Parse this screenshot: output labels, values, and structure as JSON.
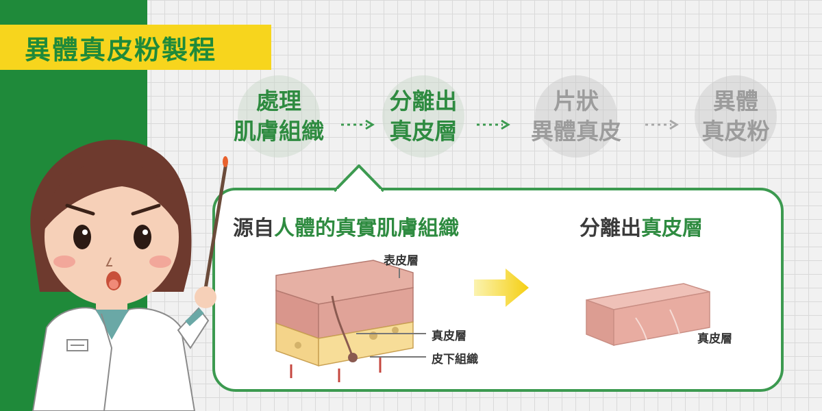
{
  "title": "異體真皮粉製程",
  "steps": [
    {
      "line1": "處理",
      "line2": "肌膚組織"
    },
    {
      "line1": "分離出",
      "line2": "真皮層"
    },
    {
      "line1": "片狀",
      "line2": "異體真皮"
    },
    {
      "line1": "異體",
      "line2": "真皮粉"
    }
  ],
  "callout": {
    "left_heading_prefix": "源自",
    "left_heading_highlight": "人體的真實肌膚組織",
    "right_heading_prefix": "分離出",
    "right_heading_highlight": "真皮層",
    "labels": {
      "epidermis": "表皮層",
      "dermis": "真皮層",
      "subcutaneous": "皮下組織",
      "dermis_result": "真皮層"
    }
  },
  "colors": {
    "brand_green": "#1f8a3a",
    "accent_yellow": "#f7d51d",
    "inactive_gray": "#9c9c9c"
  }
}
